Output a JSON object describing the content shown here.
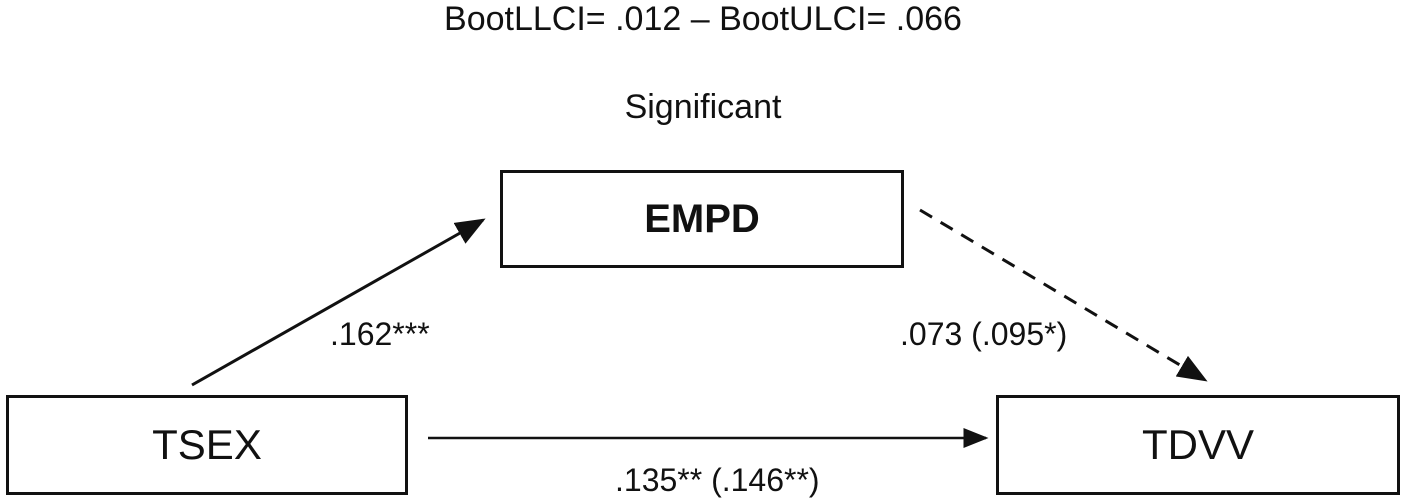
{
  "header": {
    "bootstrap_ci": "BootLLCI= .012 – BootULCI= .066",
    "significance": "Significant"
  },
  "nodes": {
    "mediator": "EMPD",
    "predictor": "TSEX",
    "outcome": "TDVV"
  },
  "paths": {
    "a": {
      "label": ".162***",
      "style": "solid"
    },
    "b": {
      "label": ".073 (.095*)",
      "style": "dashed"
    },
    "c": {
      "label": ".135** (.146**)",
      "style": "solid"
    }
  },
  "colors": {
    "line": "#111111",
    "background": "#ffffff"
  }
}
